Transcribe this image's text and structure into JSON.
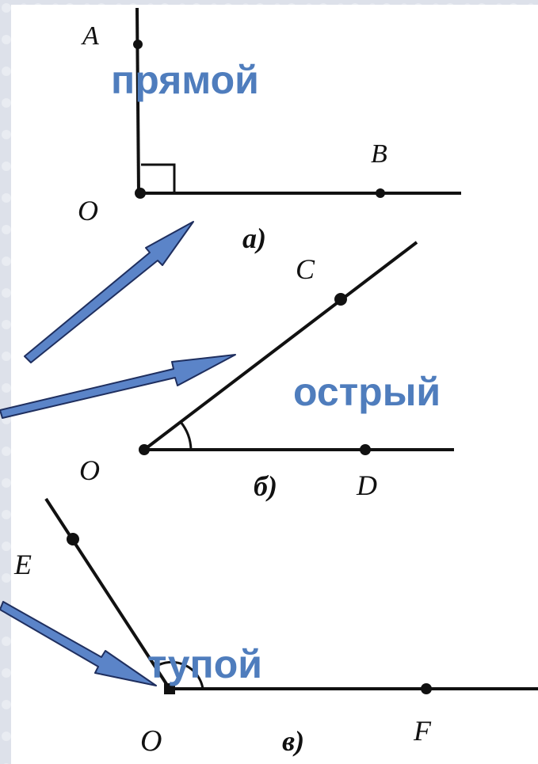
{
  "colors": {
    "ink": "#111111",
    "label_blue": "#4f7dbd",
    "arrow_fill": "#5b84c8",
    "arrow_stroke": "#1f2f5f",
    "border": "#c9cdd8",
    "background": "#ffffff"
  },
  "diagram_a": {
    "caption": "а)",
    "point_top": "A",
    "point_right": "B",
    "vertex": "O",
    "angle_word": "прямой"
  },
  "diagram_b": {
    "caption": "б)",
    "point_ray": "C",
    "point_right": "D",
    "vertex": "O",
    "angle_word": "острый"
  },
  "diagram_c": {
    "caption": "в)",
    "point_ray": "E",
    "point_right": "F",
    "vertex": "O",
    "angle_word": "тупой"
  }
}
